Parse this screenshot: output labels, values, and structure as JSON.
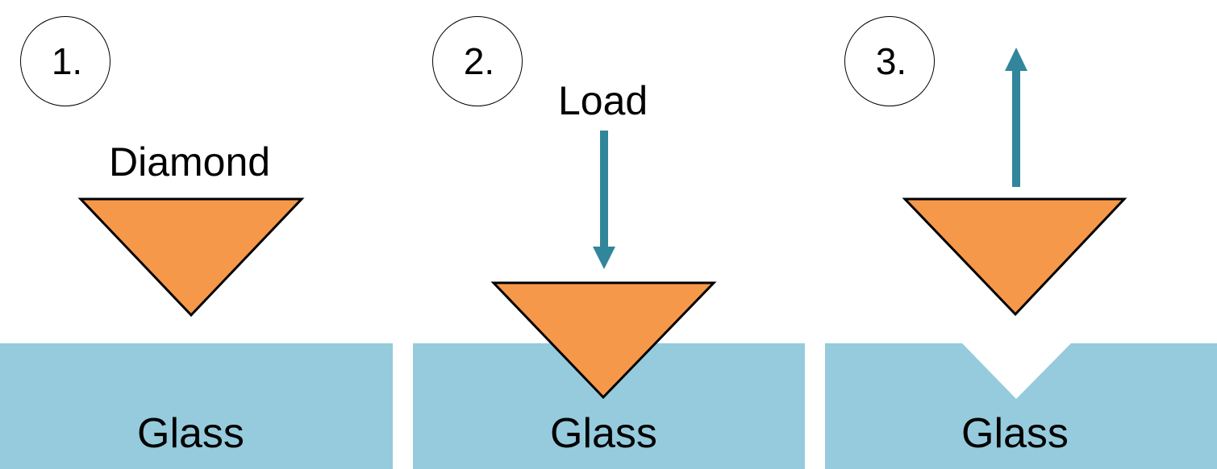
{
  "colors": {
    "glass": "#95cbdd",
    "diamond": "#f6984a",
    "arrow": "#31869b",
    "outline": "#000000",
    "background": "#ffffff"
  },
  "steps": [
    {
      "number": "1.",
      "top_label": "Diamond",
      "glass_label": "Glass"
    },
    {
      "number": "2.",
      "top_label": "Load",
      "glass_label": "Glass"
    },
    {
      "number": "3.",
      "glass_label": "Glass"
    }
  ]
}
